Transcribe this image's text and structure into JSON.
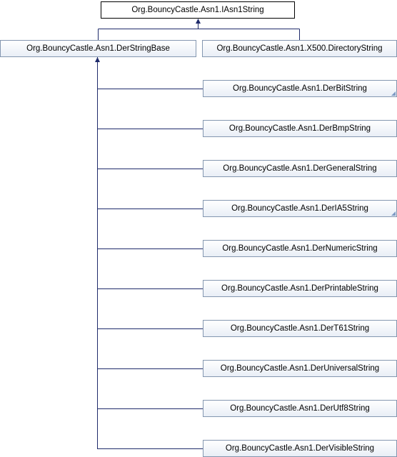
{
  "diagram": {
    "root": {
      "label": "Org.BouncyCastle.Asn1.IAsn1String"
    },
    "base": {
      "label": "Org.BouncyCastle.Asn1.DerStringBase"
    },
    "directory_string": {
      "label": "Org.BouncyCastle.Asn1.X500.DirectoryString"
    },
    "subclasses": [
      {
        "label": "Org.BouncyCastle.Asn1.DerBitString",
        "has_more": true
      },
      {
        "label": "Org.BouncyCastle.Asn1.DerBmpString",
        "has_more": false
      },
      {
        "label": "Org.BouncyCastle.Asn1.DerGeneralString",
        "has_more": false
      },
      {
        "label": "Org.BouncyCastle.Asn1.DerIA5String",
        "has_more": true
      },
      {
        "label": "Org.BouncyCastle.Asn1.DerNumericString",
        "has_more": false
      },
      {
        "label": "Org.BouncyCastle.Asn1.DerPrintableString",
        "has_more": false
      },
      {
        "label": "Org.BouncyCastle.Asn1.DerT61String",
        "has_more": false
      },
      {
        "label": "Org.BouncyCastle.Asn1.DerUniversalString",
        "has_more": false
      },
      {
        "label": "Org.BouncyCastle.Asn1.DerUtf8String",
        "has_more": false
      },
      {
        "label": "Org.BouncyCastle.Asn1.DerVisibleString",
        "has_more": false
      }
    ],
    "colors": {
      "edge": "#1f2b6b",
      "node_border": "#8497b0",
      "fold": "#7f9bc4"
    }
  }
}
